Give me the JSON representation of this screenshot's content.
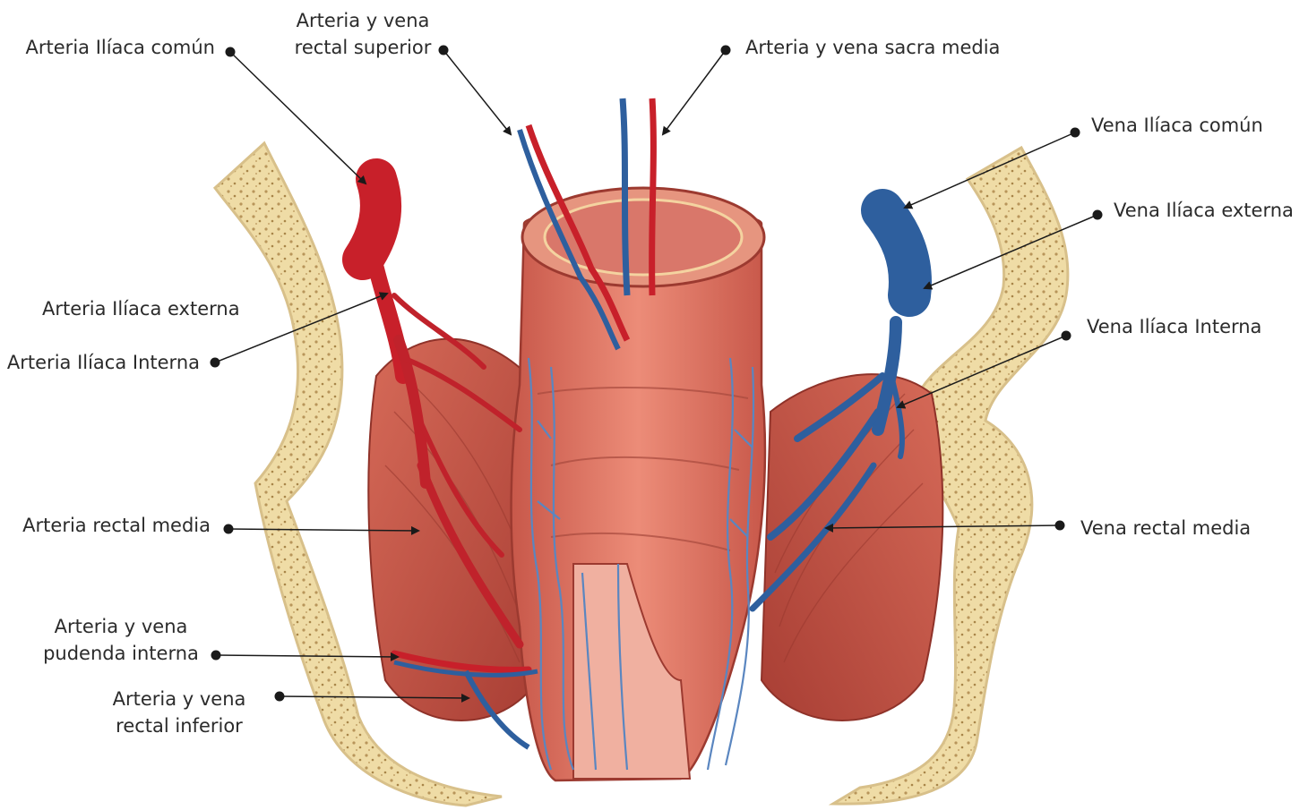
{
  "labels": {
    "arteria_iliaca_comun": "Arteria Ilíaca común",
    "arteria_vena_rectal_superior_1": "Arteria y vena",
    "arteria_vena_rectal_superior_2": "rectal superior",
    "arteria_vena_sacra_media": "Arteria y vena sacra media",
    "vena_iliaca_comun": "Vena Ilíaca común",
    "vena_iliaca_externa": "Vena Ilíaca externa",
    "arteria_iliaca_externa": "Arteria Ilíaca externa",
    "arteria_iliaca_interna": "Arteria Ilíaca Interna",
    "vena_iliaca_interna": "Vena Ilíaca Interna",
    "arteria_rectal_media": "Arteria rectal media",
    "vena_rectal_media": "Vena rectal media",
    "arteria_vena_pudenda_interna_1": "Arteria y vena",
    "arteria_vena_pudenda_interna_2": "pudenda interna",
    "arteria_vena_rectal_inferior_1": "Arteria y vena",
    "arteria_vena_rectal_inferior_2": "rectal inferior"
  },
  "colors": {
    "artery": "#c8202a",
    "vein": "#2e5f9e",
    "bone": "#efdca6",
    "muscle": "#c8584a",
    "rectum": "#e07a6a",
    "leader": "#1a1a1a"
  }
}
